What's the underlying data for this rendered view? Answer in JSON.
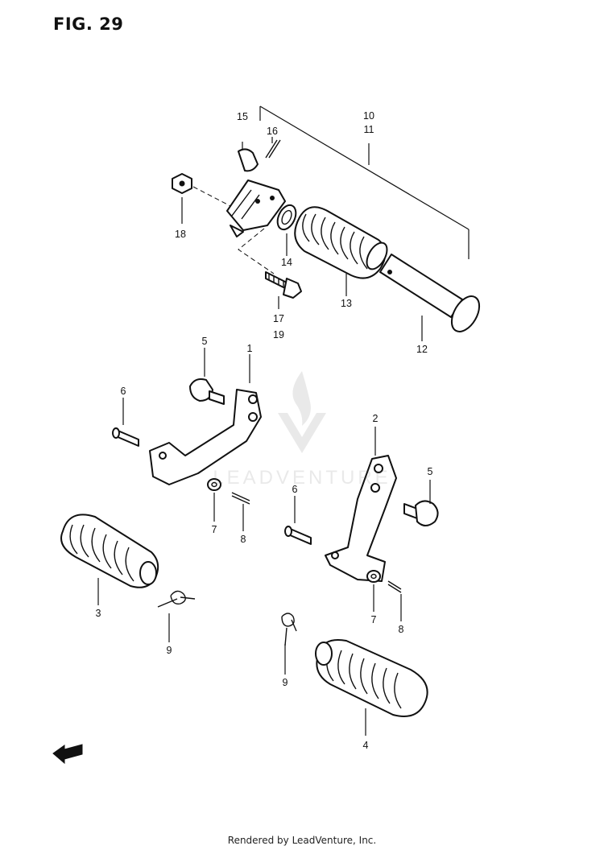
{
  "figure": {
    "title": "FIG. 29"
  },
  "footer": {
    "text": "Rendered by LeadVenture, Inc."
  },
  "watermark": {
    "text": "LEADVENTURE"
  },
  "callouts": {
    "p1": "1",
    "p2": "2",
    "p3": "3",
    "p4": "4",
    "p5a": "5",
    "p5b": "5",
    "p6a": "6",
    "p6b": "6",
    "p7a": "7",
    "p7b": "7",
    "p8a": "8",
    "p8b": "8",
    "p9a": "9",
    "p9b": "9",
    "p10": "10",
    "p11": "11",
    "p12": "12",
    "p13": "13",
    "p14": "14",
    "p15": "15",
    "p16": "16",
    "p17": "17",
    "p18": "18",
    "p19": "19"
  },
  "front_indicator": {
    "icon": "front-arrow-icon"
  }
}
